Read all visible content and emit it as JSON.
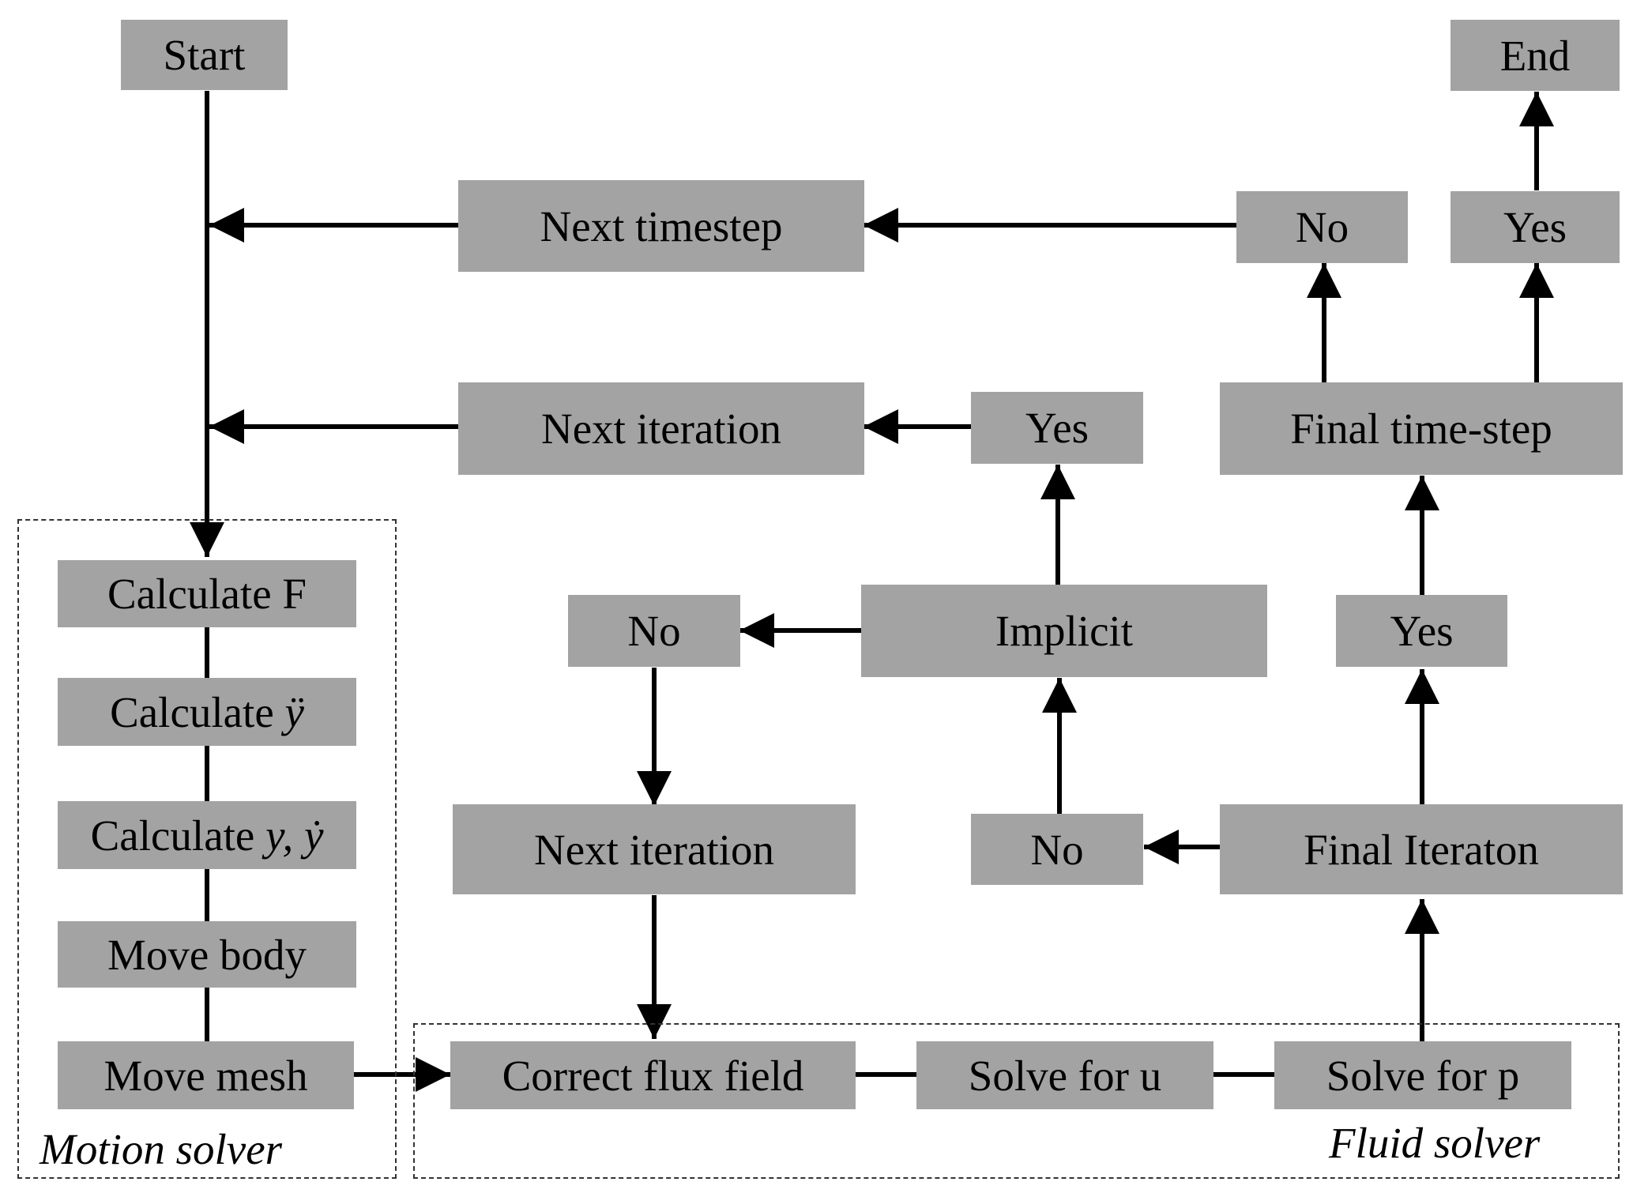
{
  "nodes": {
    "start": "Start",
    "end": "End",
    "next_timestep": "Next timestep",
    "no_top": "No",
    "yes_top": "Yes",
    "next_iteration_top": "Next iteration",
    "yes_mid": "Yes",
    "final_time_step": "Final time-step",
    "calculate_f": "Calculate F",
    "calculate_acc_prefix": "Calculate ",
    "calculate_acc_symbol": "ÿ",
    "calculate_pos_prefix": "Calculate ",
    "calculate_pos_symbol": "y, ẏ",
    "move_body": "Move body",
    "move_mesh": "Move mesh",
    "no_left": "No",
    "implicit": "Implicit",
    "yes_right": "Yes",
    "next_iteration_bottom": "Next iteration",
    "no_bottom": "No",
    "final_iteration": "Final Iteraton",
    "correct_flux_field": "Correct flux field",
    "solve_for_u": "Solve for u",
    "solve_for_p": "Solve for p"
  },
  "regions": {
    "motion_solver": "Motion solver",
    "fluid_solver": "Fluid solver"
  },
  "colors": {
    "box_fill": "#a3a3a3",
    "line": "#000000"
  }
}
